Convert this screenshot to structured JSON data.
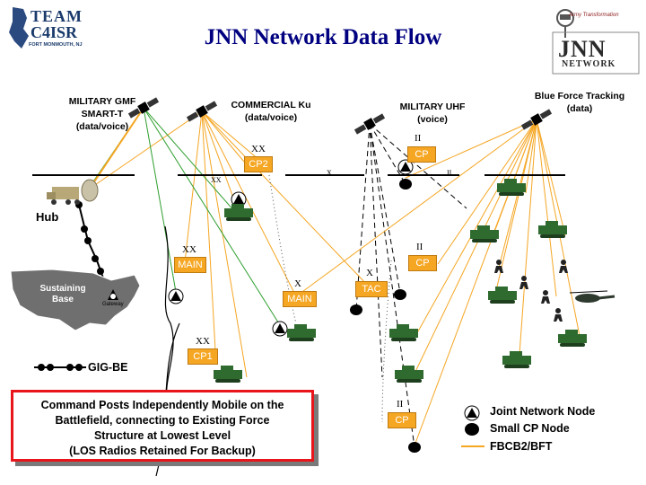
{
  "title": "JNN Network Data Flow",
  "logos": {
    "left": {
      "line1": "TEAM",
      "line2": "C4ISR",
      "line3": "FORT MONMOUTH, NJ"
    },
    "right": {
      "tagline": "Army Transformation",
      "name": "JNN",
      "sub": "NETWORK"
    }
  },
  "satellites": {
    "gmf": {
      "line1": "MILITARY GMF",
      "line2": "SMART-T",
      "line3": "(data/voice)"
    },
    "ku": {
      "line1": "COMMERCIAL Ku",
      "line2": "(data/voice)"
    },
    "uhf": {
      "line1": "MILITARY UHF",
      "line2": "(voice)"
    },
    "bft": {
      "line1": "Blue Force Tracking",
      "line2": "(data)"
    }
  },
  "hub_label": "Hub",
  "sustaining_base": {
    "line1": "Sustaining",
    "line2": "Base"
  },
  "gateway_label": "Gateway",
  "command_posts": [
    {
      "id": "cp2",
      "label": "CP2",
      "echelon": "XX"
    },
    {
      "id": "main-div",
      "label": "MAIN",
      "echelon": "XX"
    },
    {
      "id": "cp1",
      "label": "CP1",
      "echelon": "XX"
    },
    {
      "id": "main-bde",
      "label": "MAIN",
      "echelon": "X"
    },
    {
      "id": "tac",
      "label": "TAC",
      "echelon": "X"
    },
    {
      "id": "cp-bn-top",
      "label": "CP",
      "echelon": "II"
    },
    {
      "id": "cp-bn-mid",
      "label": "CP",
      "echelon": "II"
    },
    {
      "id": "cp-bn-bottom",
      "label": "CP",
      "echelon": "II"
    }
  ],
  "boundary_marks": {
    "xx": "XX",
    "x": "X",
    "ii": "II"
  },
  "gig_label": "GIG-BE",
  "callout": {
    "line1": "Command Posts Independently Mobile on the",
    "line2": "Battlefield, connecting to Existing Force",
    "line3": "Structure at Lowest Level",
    "line4": "(LOS Radios Retained For Backup)"
  },
  "legend": {
    "jnn": "Joint Network Node",
    "small_cp": "Small CP Node",
    "fbcb2": "FBCB2/BFT"
  },
  "colors": {
    "title": "#000080",
    "cp_fill": "#f5a623",
    "ku_line": "#f5a623",
    "gmf_line": "#2e9e2e",
    "bft_line": "#f5a623",
    "uhf_line": "#000000",
    "vehicle": "#2f6b2f",
    "callout_border": "#e8151b",
    "base_fill": "#6f6f6f"
  }
}
